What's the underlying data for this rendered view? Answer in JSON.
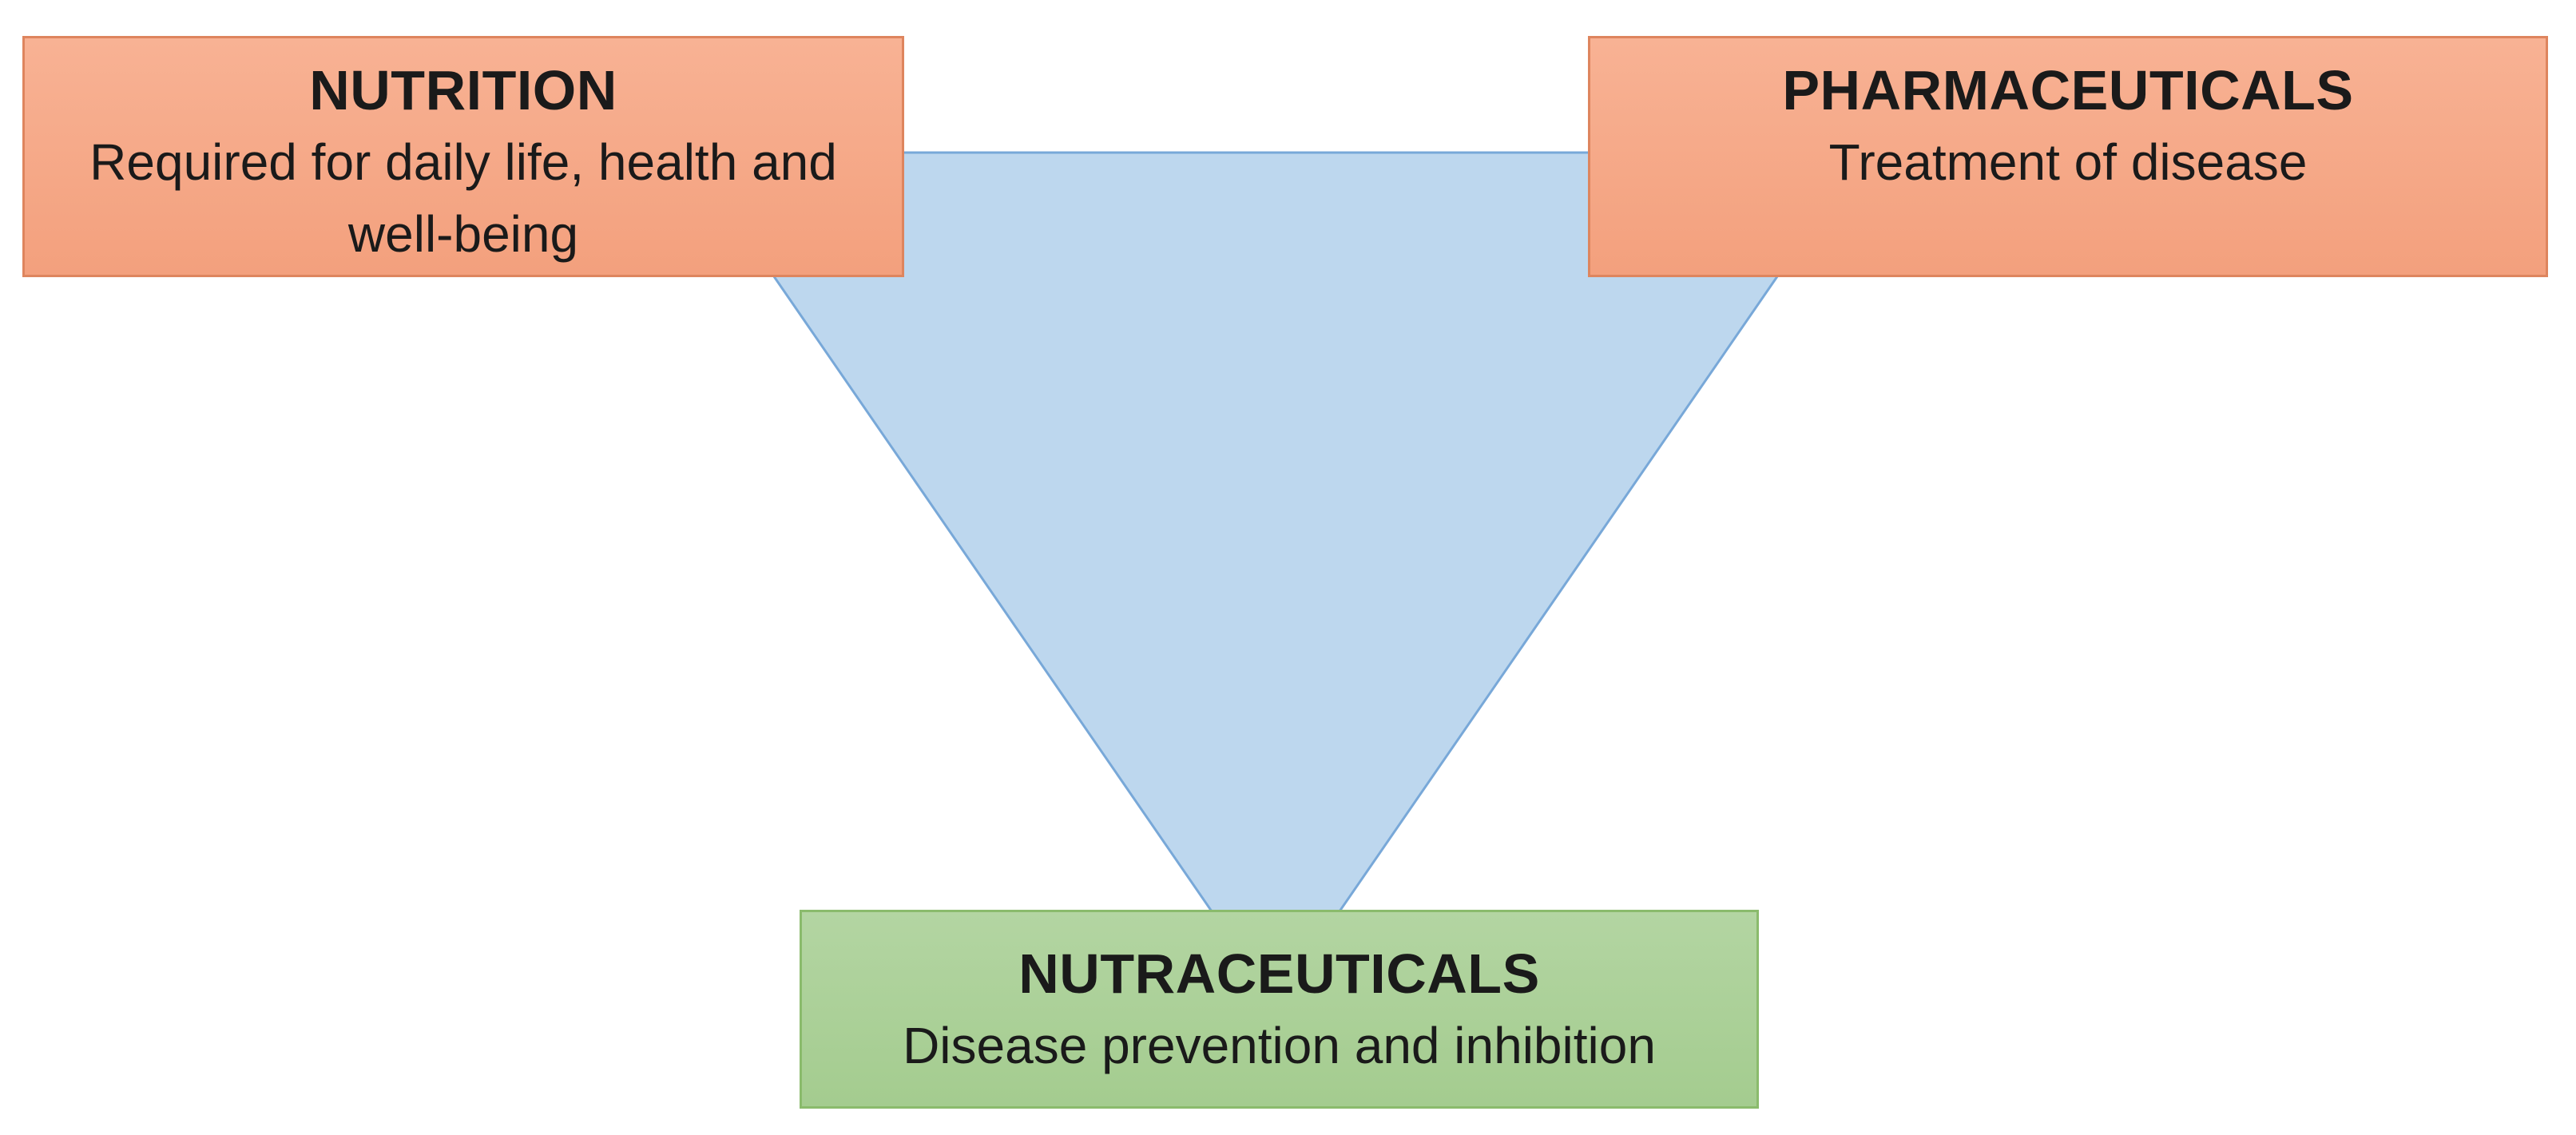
{
  "page": {
    "background": "#ffffff"
  },
  "diagram": {
    "top_left_box": {
      "title": "NUTRITION",
      "description": "Required for daily life, health and\nwell-being"
    },
    "top_right_box": {
      "title": "PHARMACEUTICALS",
      "description": "Treatment of disease"
    },
    "bottom_box": {
      "title": "NUTRACEUTICALS",
      "description": "Disease prevention and inhibition"
    },
    "connector": {
      "shape": "inverted-triangle-funnel"
    }
  },
  "colors": {
    "page_background": "#ffffff",
    "text_color": "#1a1a1a",
    "orange_fill_top": "#f8b294",
    "orange_fill_bottom": "#f3a07d",
    "orange_border": "#de855e",
    "green_fill_top": "#b3d5a2",
    "green_fill_bottom": "#a4cc8f",
    "green_border": "#8abb6c",
    "triangle_fill": "#bdd7ee",
    "triangle_border": "#78a8d8"
  }
}
